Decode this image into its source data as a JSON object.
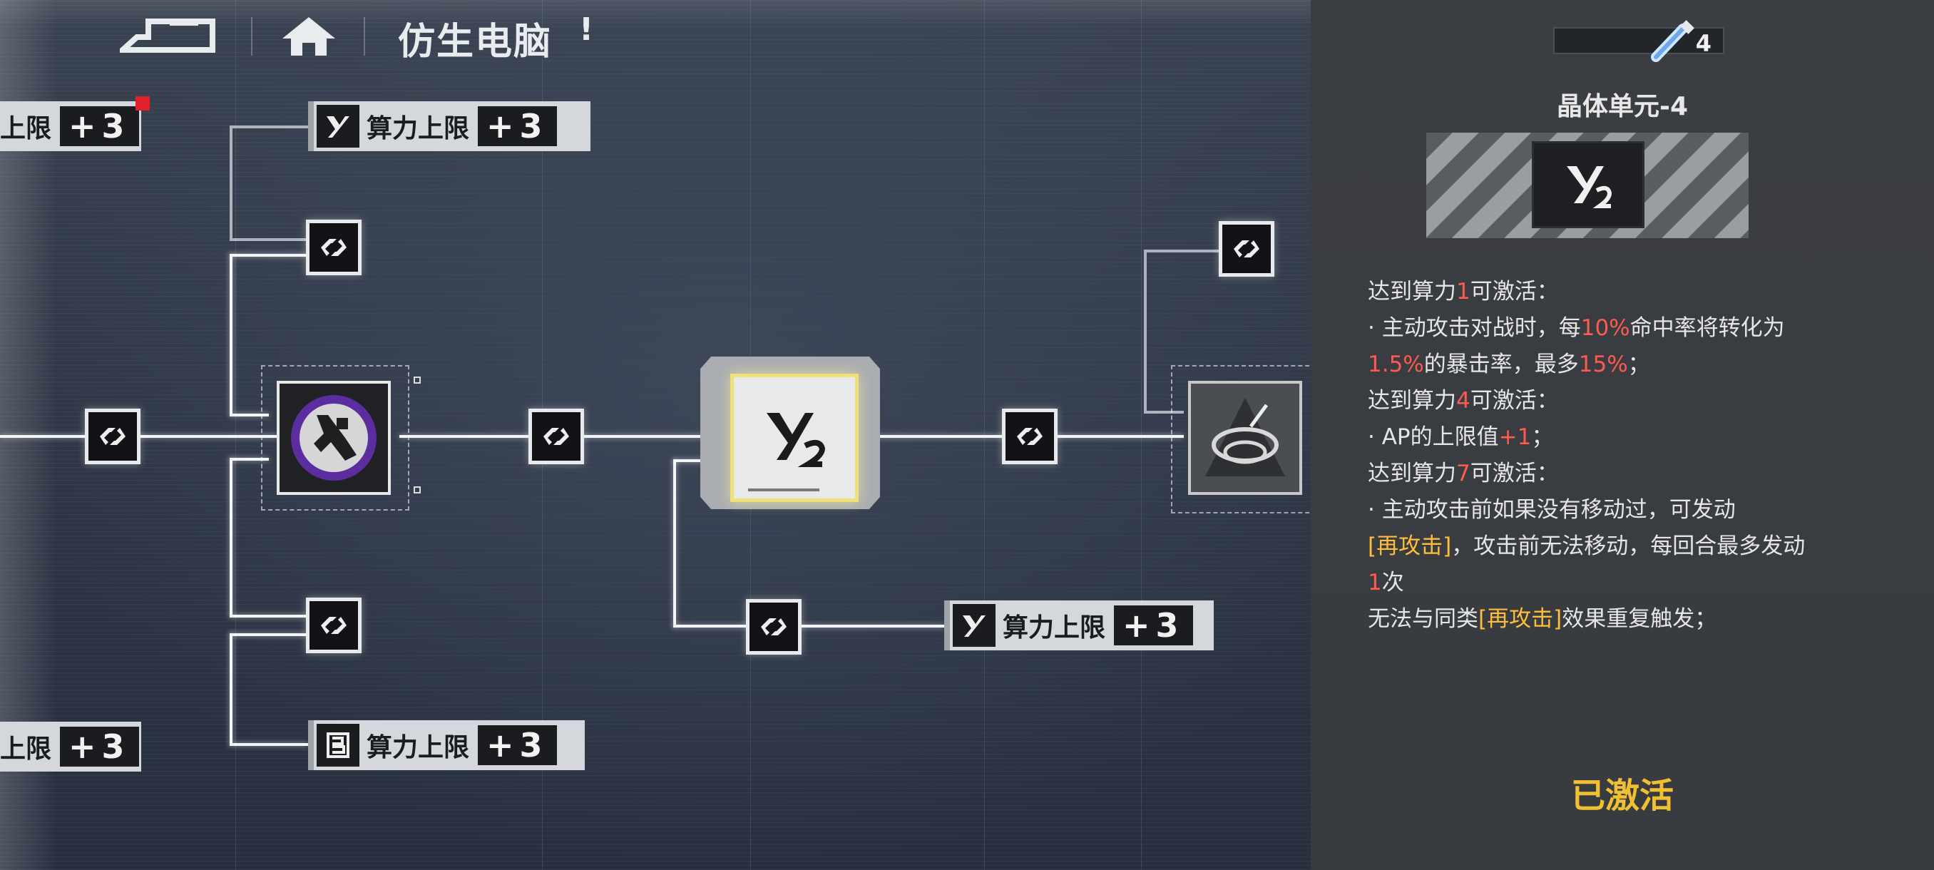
{
  "header": {
    "title": "仿生电脑",
    "title_mark": "!",
    "back_icon": "back-arrow-icon",
    "home_icon": "home-icon"
  },
  "tree": {
    "stat_plates": [
      {
        "label": "上限",
        "value": "+3",
        "icon": ""
      },
      {
        "label": "算力上限",
        "value": "+3",
        "icon": "Y"
      },
      {
        "label": "算力上限",
        "value": "+3",
        "icon": "Y"
      },
      {
        "label": "上限",
        "value": "+3",
        "icon": ""
      },
      {
        "label": "算力上限",
        "value": "+3",
        "icon": "B"
      }
    ],
    "big_nodes": [
      "purple-chip-icon",
      "crystal-unit-icon",
      "vortex-skill-icon"
    ],
    "link_icon": "link-chain-icon"
  },
  "panel": {
    "resource_icon": "crystal-tube-icon",
    "resource_count": "4",
    "item_name": "晶体单元-4",
    "item_icon": "crystal-unit-icon",
    "status": "已激活",
    "colors": {
      "highlight_red": "#ff5a50",
      "highlight_orange": "#ffbe3a",
      "status": "#f0c030"
    },
    "desc": [
      [
        {
          "t": "达到算力"
        },
        {
          "t": "1",
          "c": "red"
        },
        {
          "t": "可激活："
        }
      ],
      [
        {
          "t": "· 主动攻击对战时，每"
        },
        {
          "t": "10%",
          "c": "red"
        },
        {
          "t": "命中率将转化为"
        }
      ],
      [
        {
          "t": "1.5%",
          "c": "red"
        },
        {
          "t": "的暴击率，最多"
        },
        {
          "t": "15%",
          "c": "red"
        },
        {
          "t": "；"
        }
      ],
      [
        {
          "t": "达到算力"
        },
        {
          "t": "4",
          "c": "red"
        },
        {
          "t": "可激活："
        }
      ],
      [
        {
          "t": "· AP的上限值"
        },
        {
          "t": "+1",
          "c": "red"
        },
        {
          "t": "；"
        }
      ],
      [
        {
          "t": "达到算力"
        },
        {
          "t": "7",
          "c": "red"
        },
        {
          "t": "可激活："
        }
      ],
      [
        {
          "t": "· 主动攻击前如果没有移动过，可发动"
        }
      ],
      [
        {
          "t": "[再攻击]",
          "c": "orange"
        },
        {
          "t": "，攻击前无法移动，每回合最多发动"
        }
      ],
      [
        {
          "t": "1",
          "c": "red"
        },
        {
          "t": "次"
        }
      ],
      [
        {
          "t": "无法与同类"
        },
        {
          "t": "[再攻击]",
          "c": "orange"
        },
        {
          "t": "效果重复触发；"
        }
      ]
    ]
  }
}
